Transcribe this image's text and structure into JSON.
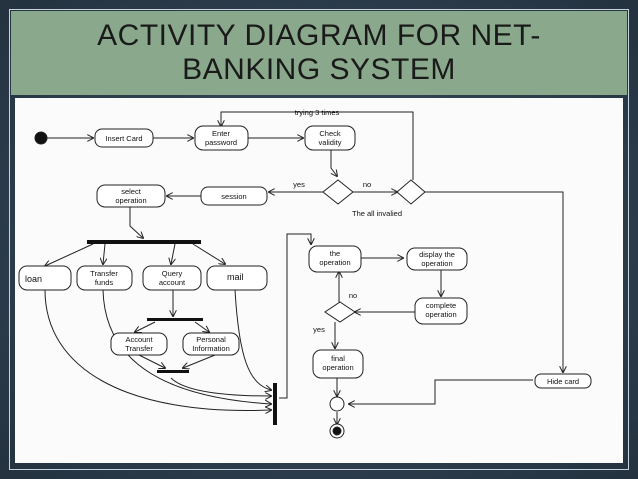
{
  "title": "ACTIVITY DIAGRAM FOR NET-\nBANKING SYSTEM",
  "diagram": {
    "guard_trying": "trying 3 times",
    "insert_card": "Insert Card",
    "enter_password": [
      "Enter",
      "password"
    ],
    "check_validity": [
      "Check",
      "validity"
    ],
    "guard_yes_top": "yes",
    "guard_no_top": "no",
    "session": "session",
    "all_invalid": "The all invalied",
    "select_operation": [
      "select",
      "operation"
    ],
    "loan": "loan",
    "transfer_funds": [
      "Transfer",
      "funds"
    ],
    "query_account": [
      "Query",
      "account"
    ],
    "mail": "mail",
    "account_transfer": [
      "Account",
      "Transfer"
    ],
    "personal_information": [
      "Personal",
      "Information"
    ],
    "the_operation": [
      "the",
      "operation"
    ],
    "display_operation": [
      "display the",
      "operation"
    ],
    "complete_operation": [
      "complete",
      "operation"
    ],
    "guard_no_mid": "no",
    "guard_yes_mid": "yes",
    "final_operation": [
      "final",
      "operation"
    ],
    "hide_card": "Hide card"
  },
  "colors": {
    "title_band": "#8aa98c",
    "background": "#2c3e50",
    "diagram_bg": "#fbfbfb",
    "line": "#222222"
  }
}
